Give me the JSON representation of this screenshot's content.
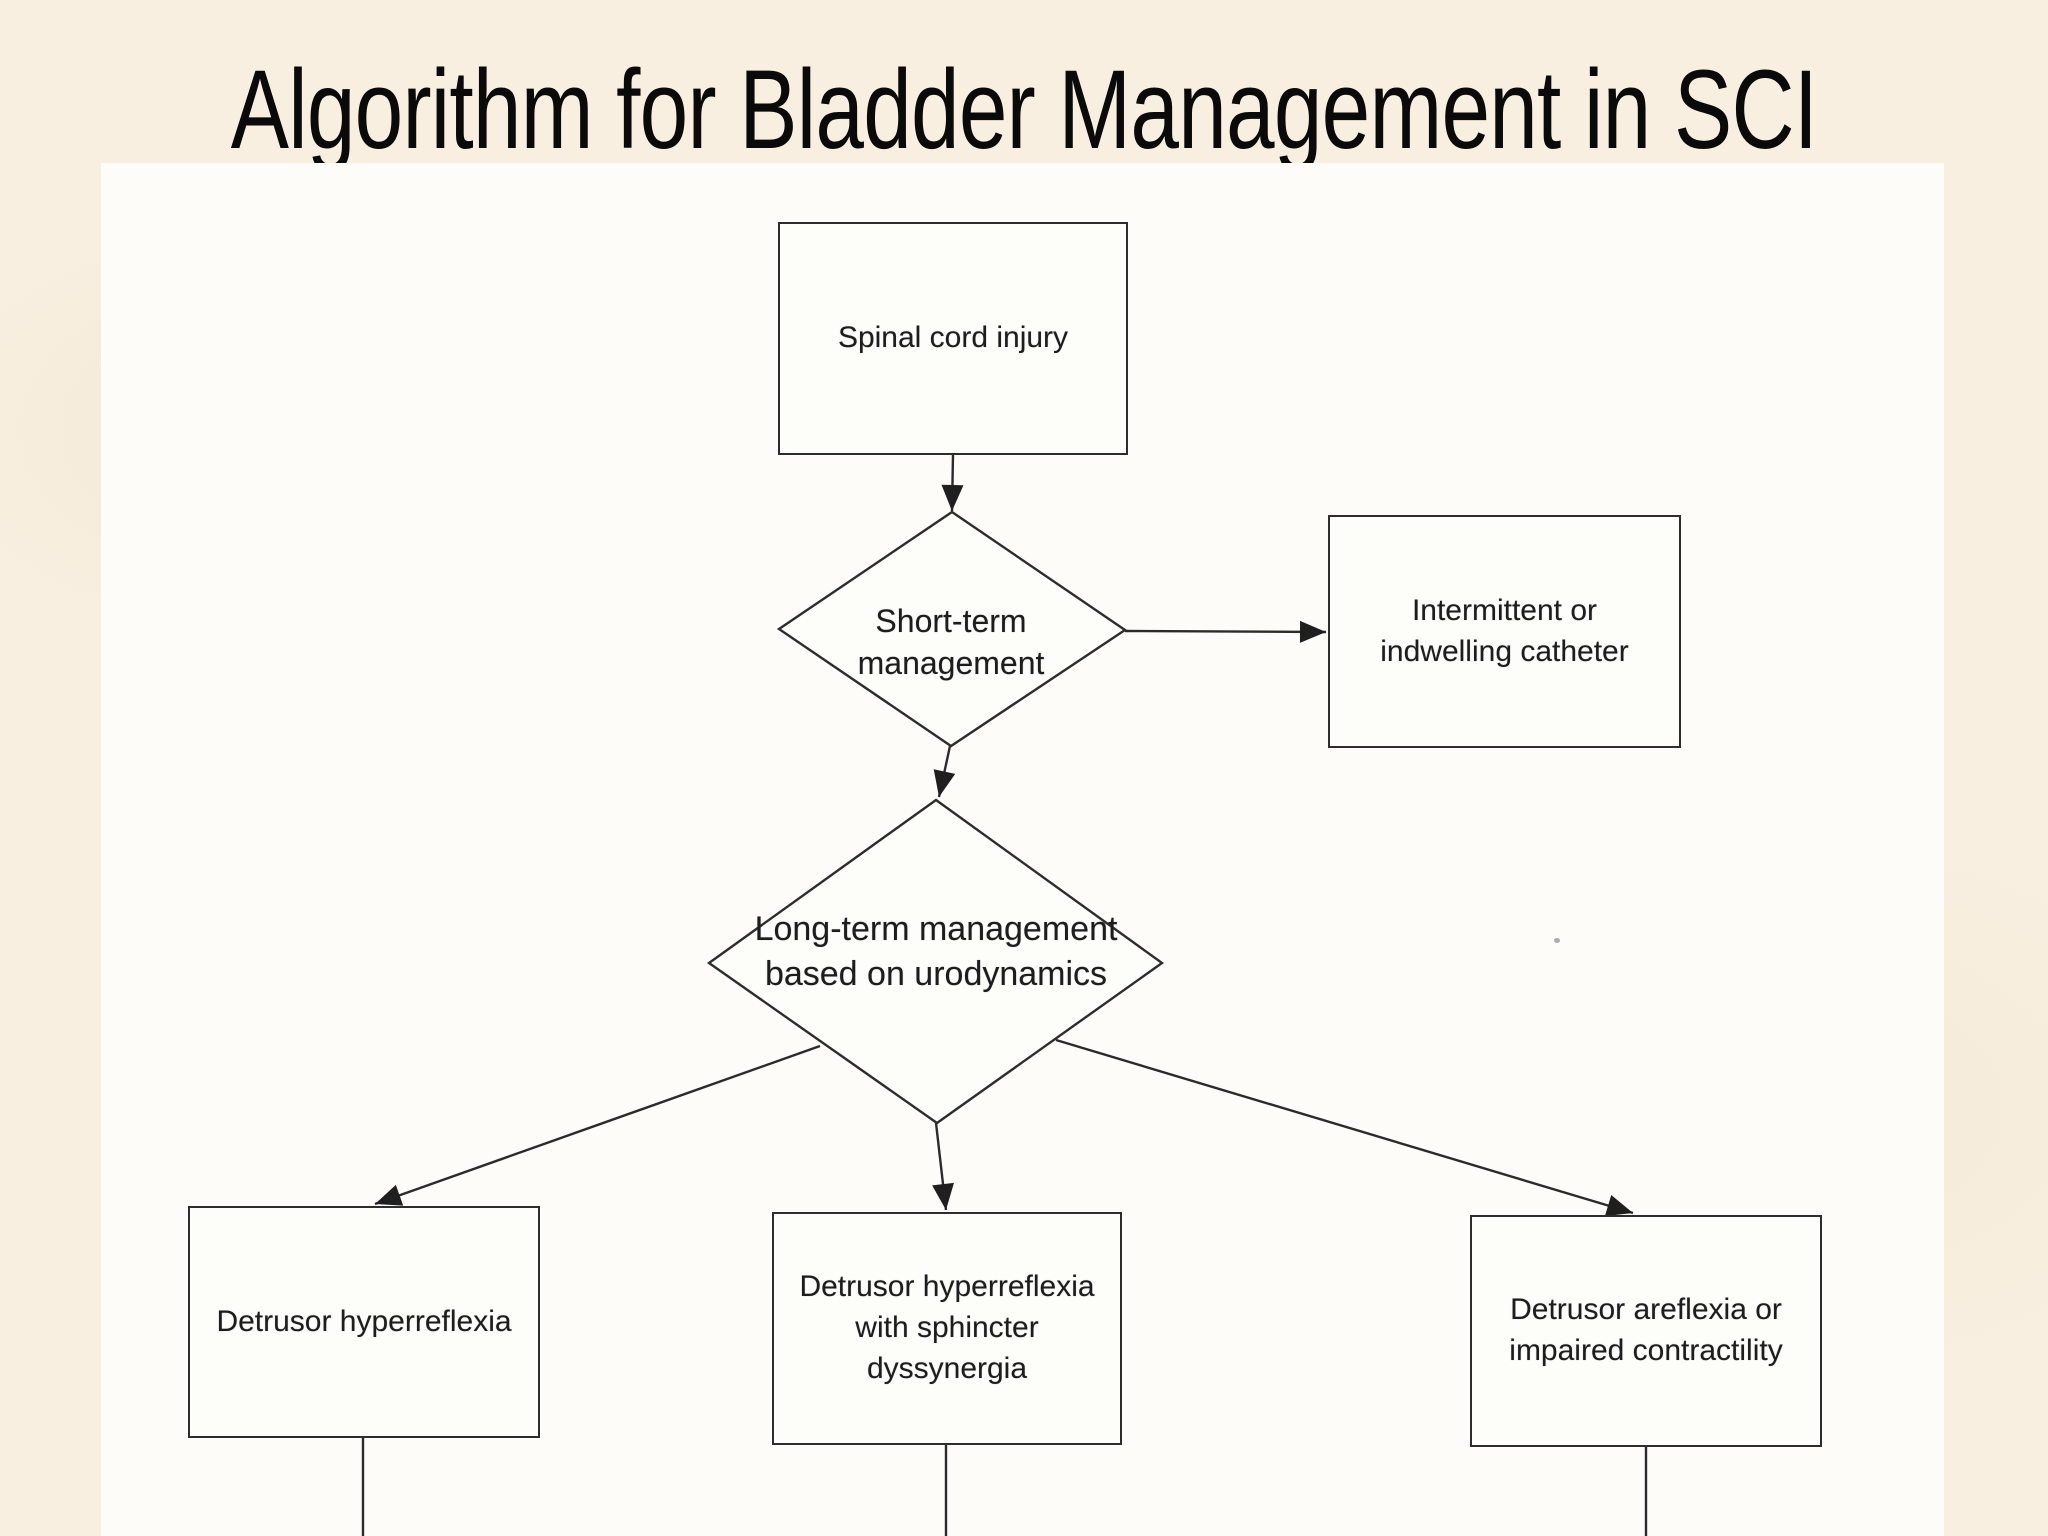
{
  "slide": {
    "title": "Algorithm for Bladder Management in SCI"
  },
  "colors": {
    "background": "#f8efe0",
    "panel": "#fdfcf9",
    "line": "#2b2b2b",
    "text": "#1d1d1d",
    "title": "#0a0a0a"
  },
  "flowchart": {
    "nodes": {
      "spinal_cord_injury": {
        "shape": "rectangle",
        "lines": [
          "Spinal cord injury"
        ]
      },
      "short_term_management": {
        "shape": "diamond",
        "lines": [
          "Short-term",
          "management"
        ]
      },
      "intermittent_or_indwelling_catheter": {
        "shape": "rectangle",
        "lines": [
          "Intermittent or",
          "indwelling catheter"
        ]
      },
      "long_term_management": {
        "shape": "diamond",
        "lines": [
          "Long-term management",
          "based on urodynamics"
        ]
      },
      "detrusor_hyperreflexia": {
        "shape": "rectangle",
        "lines": [
          "Detrusor hyperreflexia"
        ]
      },
      "detrusor_hyperreflexia_with_sphincter_dyssynergia": {
        "shape": "rectangle",
        "lines": [
          "Detrusor hyperreflexia",
          "with sphincter",
          "dyssynergia"
        ]
      },
      "detrusor_areflexia_or_impaired_contractility": {
        "shape": "rectangle",
        "lines": [
          "Detrusor areflexia or",
          "impaired contractility"
        ]
      }
    },
    "edges": [
      {
        "from": "spinal_cord_injury",
        "to": "short_term_management"
      },
      {
        "from": "short_term_management",
        "to": "intermittent_or_indwelling_catheter"
      },
      {
        "from": "short_term_management",
        "to": "long_term_management"
      },
      {
        "from": "long_term_management",
        "to": "detrusor_hyperreflexia"
      },
      {
        "from": "long_term_management",
        "to": "detrusor_hyperreflexia_with_sphincter_dyssynergia"
      },
      {
        "from": "long_term_management",
        "to": "detrusor_areflexia_or_impaired_contractility"
      },
      {
        "from": "detrusor_hyperreflexia",
        "to": "continues_below"
      },
      {
        "from": "detrusor_hyperreflexia_with_sphincter_dyssynergia",
        "to": "continues_below"
      },
      {
        "from": "detrusor_areflexia_or_impaired_contractility",
        "to": "continues_below"
      }
    ]
  }
}
